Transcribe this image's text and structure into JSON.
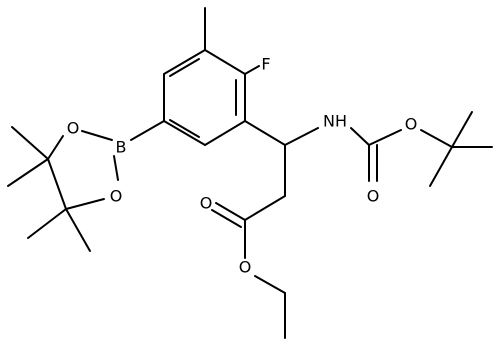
{
  "molecule": {
    "atom_labels": {
      "fluorine": "F",
      "amine": "NH",
      "boron": "B",
      "boronate_oxygen_upper": "O",
      "boronate_oxygen_lower": "O",
      "carbamate_ester_oxygen": "O",
      "carbamate_carbonyl_oxygen": "O",
      "ester_carbonyl_oxygen": "O",
      "ester_ether_oxygen": "O"
    }
  },
  "colors": {
    "bond": "#000000",
    "label": "#000000",
    "background": "#ffffff"
  }
}
